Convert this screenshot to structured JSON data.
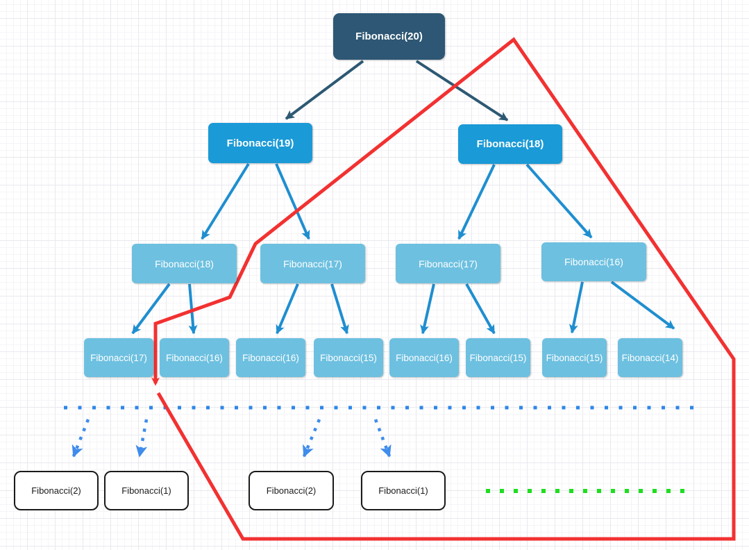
{
  "diagram": {
    "description": "Fibonacci recursion tree",
    "nodes": {
      "root": "Fibonacci(20)",
      "level2": [
        "Fibonacci(19)",
        "Fibonacci(18)"
      ],
      "level3": [
        "Fibonacci(18)",
        "Fibonacci(17)",
        "Fibonacci(17)",
        "Fibonacci(16)"
      ],
      "level4": [
        "Fibonacci(17)",
        "Fibonacci(16)",
        "Fibonacci(16)",
        "Fibonacci(15)",
        "Fibonacci(16)",
        "Fibonacci(15)",
        "Fibonacci(15)",
        "Fibonacci(14)"
      ],
      "leaves": [
        "Fibonacci(2)",
        "Fibonacci(1)",
        "Fibonacci(2)",
        "Fibonacci(1)"
      ]
    },
    "colors": {
      "root_bg": "#2d5774",
      "level2_bg": "#1a9ad6",
      "level3_bg": "#6dc0e0",
      "leaf_bg": "#ffffff",
      "leaf_border": "#1a1a1a",
      "dark_arrow": "#2d5873",
      "blue_arrow": "#1f8ed0",
      "dashed_arrow": "#3f8ceb",
      "separator_dots": "#2e86e8",
      "green_dots": "#1ede1e",
      "red_outline": "#f23131"
    }
  }
}
